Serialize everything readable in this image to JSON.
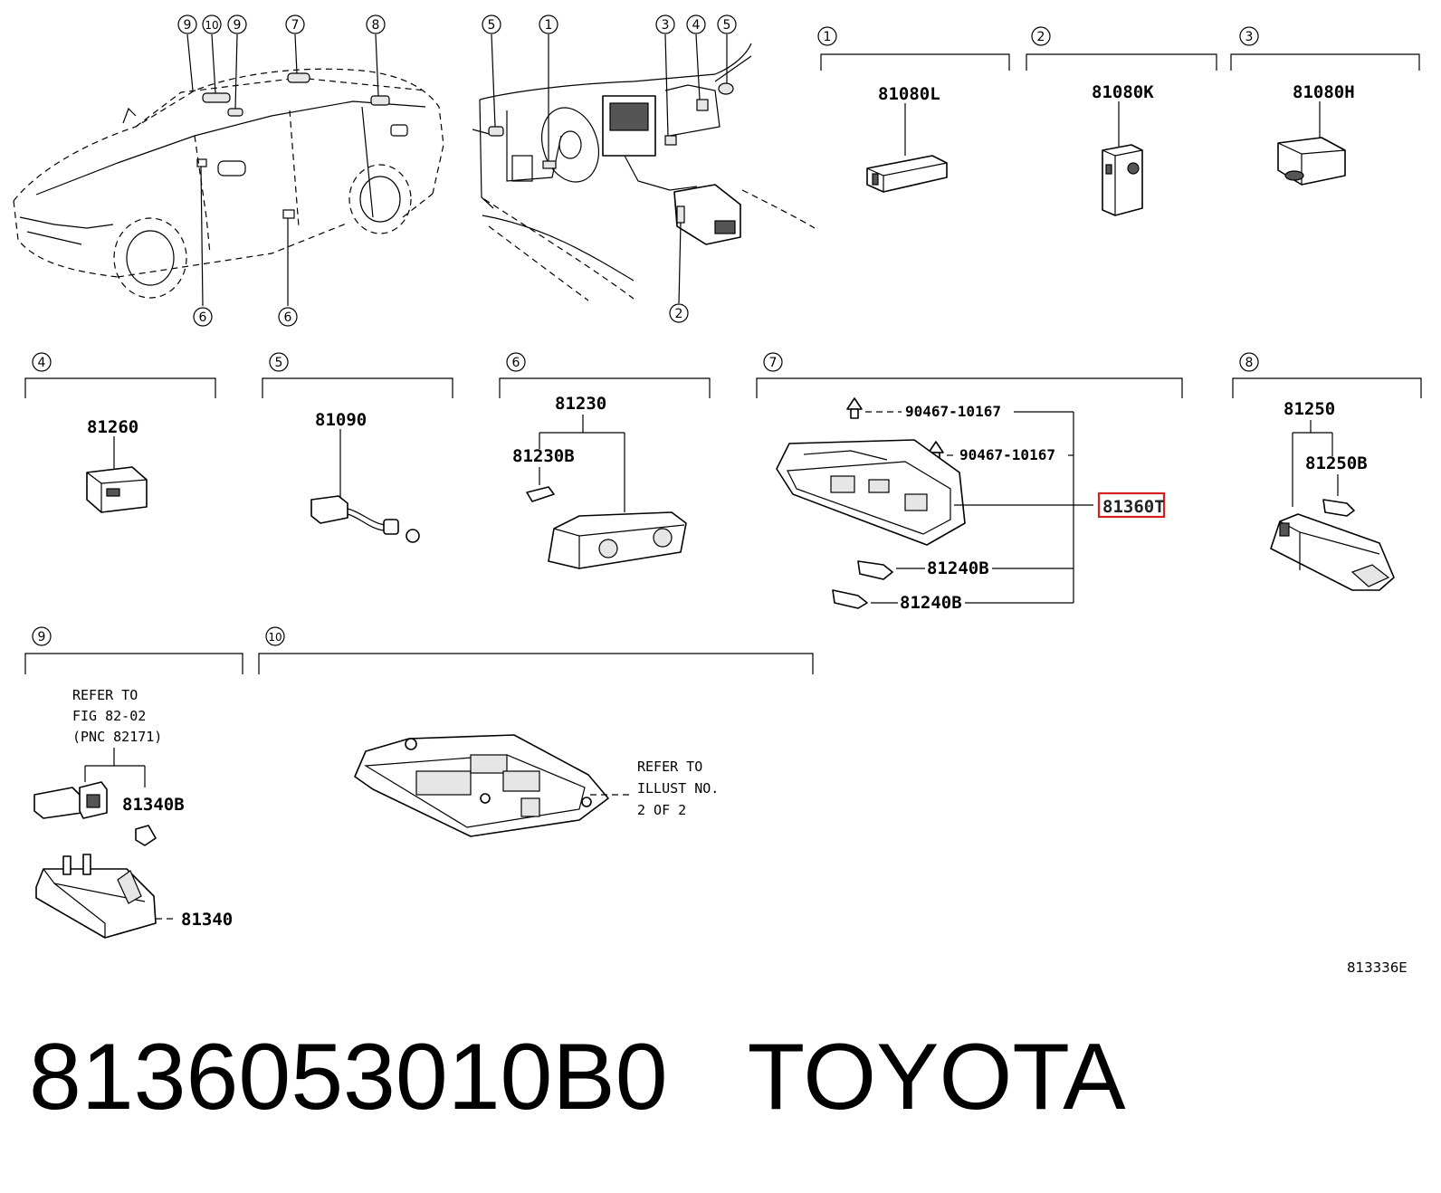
{
  "callout_numbers": {
    "n1": "1",
    "n2": "2",
    "n3": "3",
    "n4": "4",
    "n5": "5",
    "n6": "6",
    "n7": "7",
    "n8": "8",
    "n9": "9",
    "n10": "10"
  },
  "part_numbers": {
    "p81080L": "81080L",
    "p81080K": "81080K",
    "p81080H": "81080H",
    "p81260": "81260",
    "p81090": "81090",
    "p81230": "81230",
    "p81230B": "81230B",
    "p90467a": "90467-10167",
    "p90467b": "90467-10167",
    "p81360T": "81360T",
    "p81240Ba": "81240B",
    "p81240Bb": "81240B",
    "p81250": "81250",
    "p81250B": "81250B",
    "p81340B": "81340B",
    "p81340": "81340"
  },
  "notes": {
    "refer_fig": [
      "REFER TO",
      "FIG 82-02",
      "(PNC 82171)"
    ],
    "refer_illust": [
      "REFER TO",
      "ILLUST NO.",
      "2 OF 2"
    ]
  },
  "figure_code": "813336E",
  "highlight_color": "#d42020",
  "footer": {
    "part_number": "8136053010B0",
    "brand": "TOYOTA"
  }
}
